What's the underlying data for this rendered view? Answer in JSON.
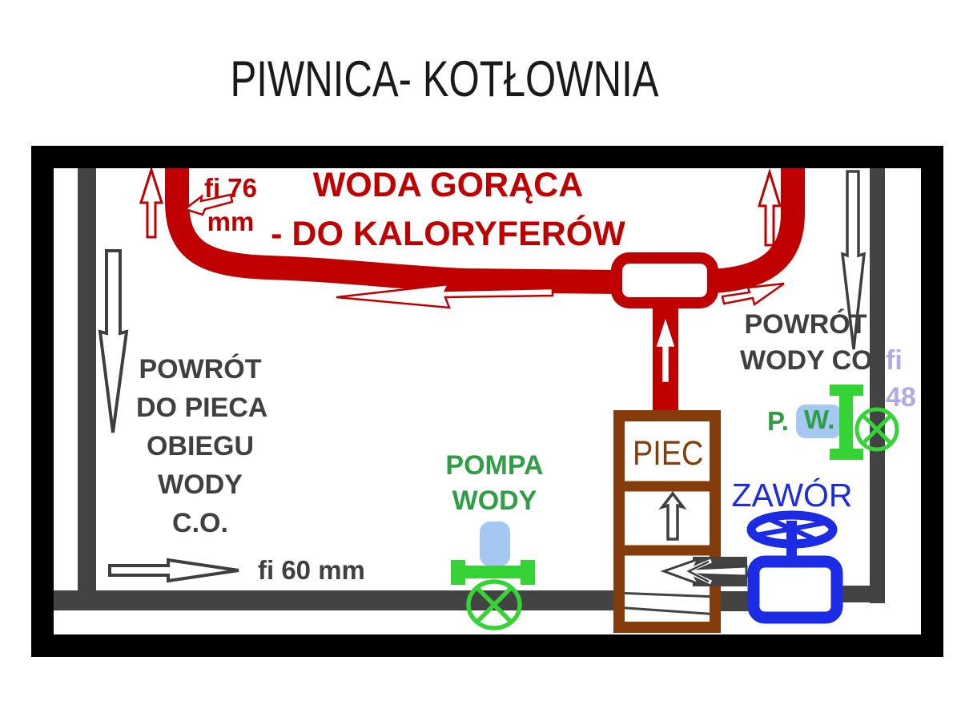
{
  "window": {
    "title": "PIWNICA- KOTŁOWNIA"
  },
  "labels": {
    "title": "PIWNICA- KOTŁOWNIA",
    "hot_water_line1": "WODA GORĄCA",
    "hot_water_line2": "- DO KALORYFERÓW",
    "pipe_diameter_top_line1": "fi 76",
    "pipe_diameter_top_line2": "mm",
    "return_left_line1": "POWRÓT",
    "return_left_line2": "DO PIECA",
    "return_left_line3": "OBIEGU",
    "return_left_line4": "WODY",
    "return_left_line5": "C.O.",
    "return_right_line1": "POWRÓT",
    "return_right_line2": "WODY CO",
    "pipe_diameter_right_line1": "fi",
    "pipe_diameter_right_line2": "48",
    "tap_water_p": "P.",
    "tap_water_w": "W.",
    "furnace": "PIEC",
    "valve": "ZAWÓR",
    "pump_line1": "POMPA",
    "pump_line2": "WODY",
    "pipe_diameter_bottom": "fi 60 mm"
  },
  "colors": {
    "hot_water_red": "#C00000",
    "pipe_gray": "#434343",
    "text_gray": "#404040",
    "frame_black": "#000000",
    "furnace_brown": "#843C0C",
    "valve_blue": "#1C2BE4",
    "fixture_green": "#36D336",
    "green_text": "#2F9E46",
    "water_light_blue": "#A5C8F2",
    "diameter_lavender": "#B0AAE6"
  },
  "shapes": {
    "valve_handwheel_icon": "ellipse wheel with spokes on stem",
    "circle_x_valve_icon": "circle with X over pipe",
    "i_beam_valve_icon": "green I-beam fitting",
    "pump_icon": "light-blue cartridge on green flange",
    "hollow_arrow_icon": "white arrow with dark outline",
    "junction_box": "red rounded tee box"
  }
}
